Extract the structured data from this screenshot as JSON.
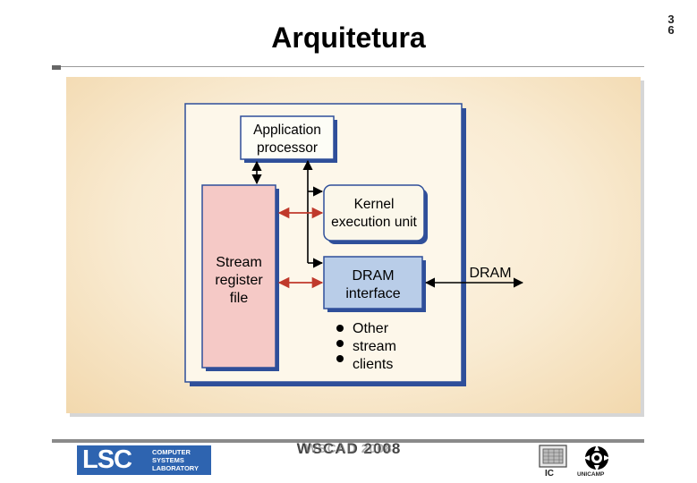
{
  "slide": {
    "title": "Arquitetura",
    "page_number": [
      "3",
      "6"
    ],
    "footer": "WSCAD 2008",
    "footer_ghost": "WSCAD 2008"
  },
  "diagram": {
    "app_processor": [
      "Application",
      "processor"
    ],
    "kernel_unit": [
      "Kernel",
      "execution unit"
    ],
    "stream_register": [
      "Stream",
      "register",
      "file"
    ],
    "dram_interface": [
      "DRAM",
      "interface"
    ],
    "dram_external": "DRAM",
    "other_clients": [
      "Other",
      "stream",
      "clients"
    ]
  },
  "logos": {
    "lsc_text": "LSC",
    "lsc_sub": [
      "COMPUTER",
      "SYSTEMS",
      "LABORATORY"
    ],
    "ic_label": "IC",
    "unicamp_label": "UNICAMP"
  },
  "colors": {
    "stream_register_fill": "#f5c9c6",
    "dram_interface_fill": "#b9cde8",
    "app_box_fill": "#fdfdf6",
    "kernel_box_fill": "#fbf7ea",
    "outline_blue": "#2f4f9a",
    "arrow_red": "#c0392b"
  }
}
